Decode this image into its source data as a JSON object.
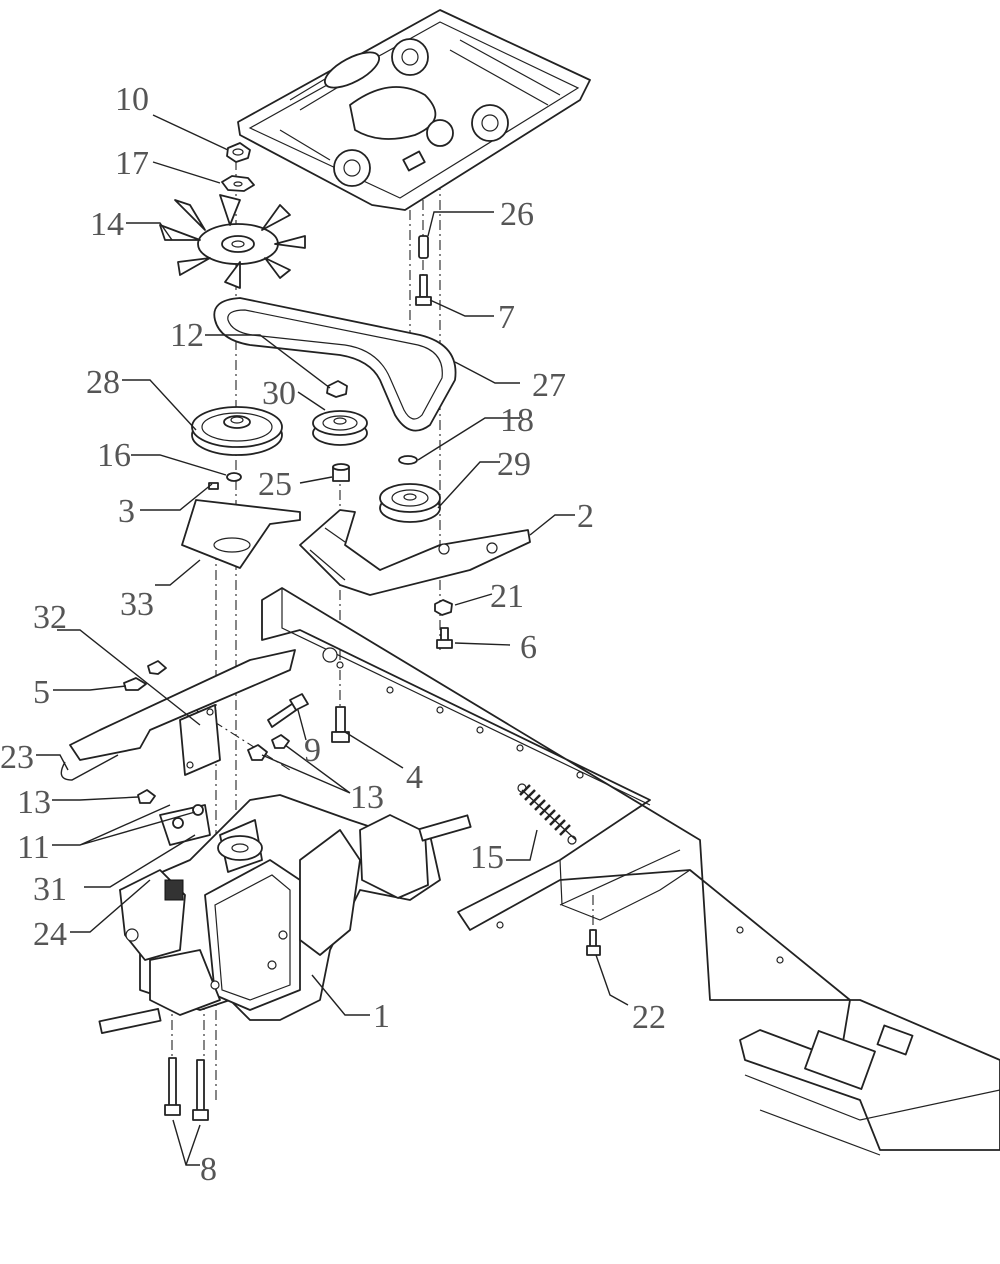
{
  "callouts": [
    {
      "id": "1",
      "text": "1"
    },
    {
      "id": "2",
      "text": "2"
    },
    {
      "id": "3",
      "text": "3"
    },
    {
      "id": "4",
      "text": "4"
    },
    {
      "id": "5",
      "text": "5"
    },
    {
      "id": "6",
      "text": "6"
    },
    {
      "id": "7",
      "text": "7"
    },
    {
      "id": "8",
      "text": "8"
    },
    {
      "id": "9",
      "text": "9"
    },
    {
      "id": "10",
      "text": "10"
    },
    {
      "id": "11",
      "text": "11"
    },
    {
      "id": "12",
      "text": "12"
    },
    {
      "id": "13a",
      "text": "13"
    },
    {
      "id": "13b",
      "text": "13"
    },
    {
      "id": "14",
      "text": "14"
    },
    {
      "id": "15",
      "text": "15"
    },
    {
      "id": "16",
      "text": "16"
    },
    {
      "id": "17",
      "text": "17"
    },
    {
      "id": "18",
      "text": "18"
    },
    {
      "id": "21",
      "text": "21"
    },
    {
      "id": "22",
      "text": "22"
    },
    {
      "id": "23",
      "text": "23"
    },
    {
      "id": "24",
      "text": "24"
    },
    {
      "id": "25",
      "text": "25"
    },
    {
      "id": "26",
      "text": "26"
    },
    {
      "id": "27",
      "text": "27"
    },
    {
      "id": "28",
      "text": "28"
    },
    {
      "id": "29",
      "text": "29"
    },
    {
      "id": "30",
      "text": "30"
    },
    {
      "id": "31",
      "text": "31"
    },
    {
      "id": "32",
      "text": "32"
    },
    {
      "id": "33",
      "text": "33"
    }
  ],
  "colors": {
    "ink": "#222222",
    "label": "#555555",
    "paper": "#ffffff"
  }
}
